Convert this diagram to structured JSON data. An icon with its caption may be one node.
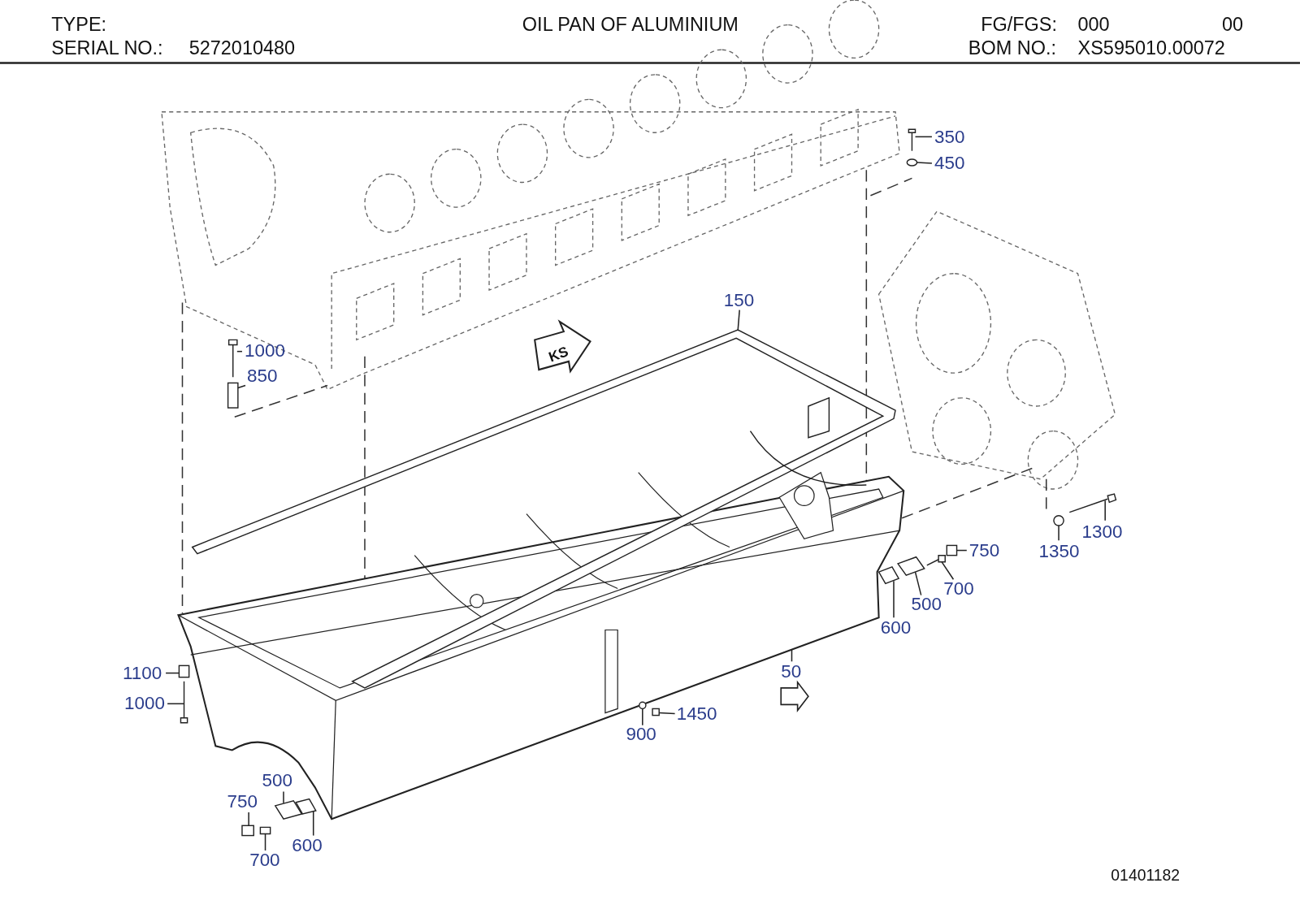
{
  "diagram": {
    "title": "OIL PAN OF ALUMINIUM",
    "nodes": [
      {
        "text": [
          "350"
        ]
      },
      {
        "text": [
          "450"
        ]
      },
      {
        "text": [
          "150"
        ]
      },
      {
        "text": [
          "1000"
        ]
      },
      {
        "text": [
          "850"
        ]
      },
      {
        "text": [
          "1300"
        ]
      },
      {
        "text": [
          "1350"
        ]
      },
      {
        "text": [
          "750"
        ]
      },
      {
        "text": [
          "700"
        ]
      },
      {
        "text": [
          "500"
        ]
      },
      {
        "text": [
          "600"
        ]
      },
      {
        "text": [
          "50"
        ]
      },
      {
        "text": [
          "1100"
        ]
      },
      {
        "text": [
          "1000"
        ]
      },
      {
        "text": [
          "1450"
        ]
      },
      {
        "text": [
          "900"
        ]
      },
      {
        "text": [
          "500"
        ]
      },
      {
        "text": [
          "750"
        ]
      },
      {
        "text": [
          "700"
        ]
      },
      {
        "text": [
          "600"
        ]
      },
      {
        "text": [],
        "shape": "picture"
      },
      {
        "text": [],
        "shape": "circle"
      },
      {
        "text": [],
        "shape": "picture"
      },
      {
        "text": [],
        "shape": "picture"
      },
      {
        "text": [],
        "shape": "box"
      },
      {
        "text": [],
        "shape": "picture"
      },
      {
        "text": [],
        "shape": "circle"
      },
      {
        "text": [],
        "shape": "box"
      },
      {
        "text": [],
        "shape": "picture"
      },
      {
        "text": [],
        "shape": "picture"
      },
      {
        "text": [],
        "shape": "picture"
      },
      {
        "text": [],
        "shape": "picture"
      },
      {
        "text": [],
        "shape": "box"
      },
      {
        "text": [],
        "shape": "picture"
      },
      {
        "text": [],
        "shape": "box"
      },
      {
        "text": [],
        "shape": "circle"
      },
      {
        "text": [],
        "shape": "picture"
      },
      {
        "text": [],
        "shape": "box"
      },
      {
        "text": [],
        "shape": "picture"
      },
      {
        "text": [],
        "shape": "picture"
      }
    ],
    "edges": [
      {
        "from": 0,
        "to": 20,
        "arrow": "none"
      },
      {
        "from": 1,
        "to": 21,
        "arrow": "none"
      },
      {
        "from": 2,
        "to": 22,
        "arrow": "none"
      },
      {
        "from": 3,
        "to": 23,
        "arrow": "none"
      },
      {
        "from": 4,
        "to": 24,
        "arrow": "none"
      },
      {
        "from": 5,
        "to": 25,
        "arrow": "none"
      },
      {
        "from": 6,
        "to": 26,
        "arrow": "none"
      },
      {
        "from": 7,
        "to": 27,
        "arrow": "none"
      },
      {
        "from": 8,
        "to": 28,
        "arrow": "none"
      },
      {
        "from": 9,
        "to": 29,
        "arrow": "none"
      },
      {
        "from": 10,
        "to": 30,
        "arrow": "none"
      },
      {
        "from": 11,
        "to": 31,
        "arrow": "none"
      },
      {
        "from": 12,
        "to": 32,
        "arrow": "none"
      },
      {
        "from": 13,
        "to": 33,
        "arrow": "none"
      },
      {
        "from": 14,
        "to": 34,
        "arrow": "none"
      },
      {
        "from": 15,
        "to": 35,
        "arrow": "none"
      },
      {
        "from": 16,
        "to": 36,
        "arrow": "none"
      },
      {
        "from": 17,
        "to": 37,
        "arrow": "none"
      },
      {
        "from": 18,
        "to": 38,
        "arrow": "none"
      },
      {
        "from": 19,
        "to": 39,
        "arrow": "none"
      }
    ],
    "labels": [
      "TYPE:",
      "SERIAL NO.:",
      "5272010480",
      "FG/FGS:",
      "000",
      "00",
      "BOM NO.:",
      "XS595010.00072",
      "KS",
      "01401182"
    ]
  }
}
